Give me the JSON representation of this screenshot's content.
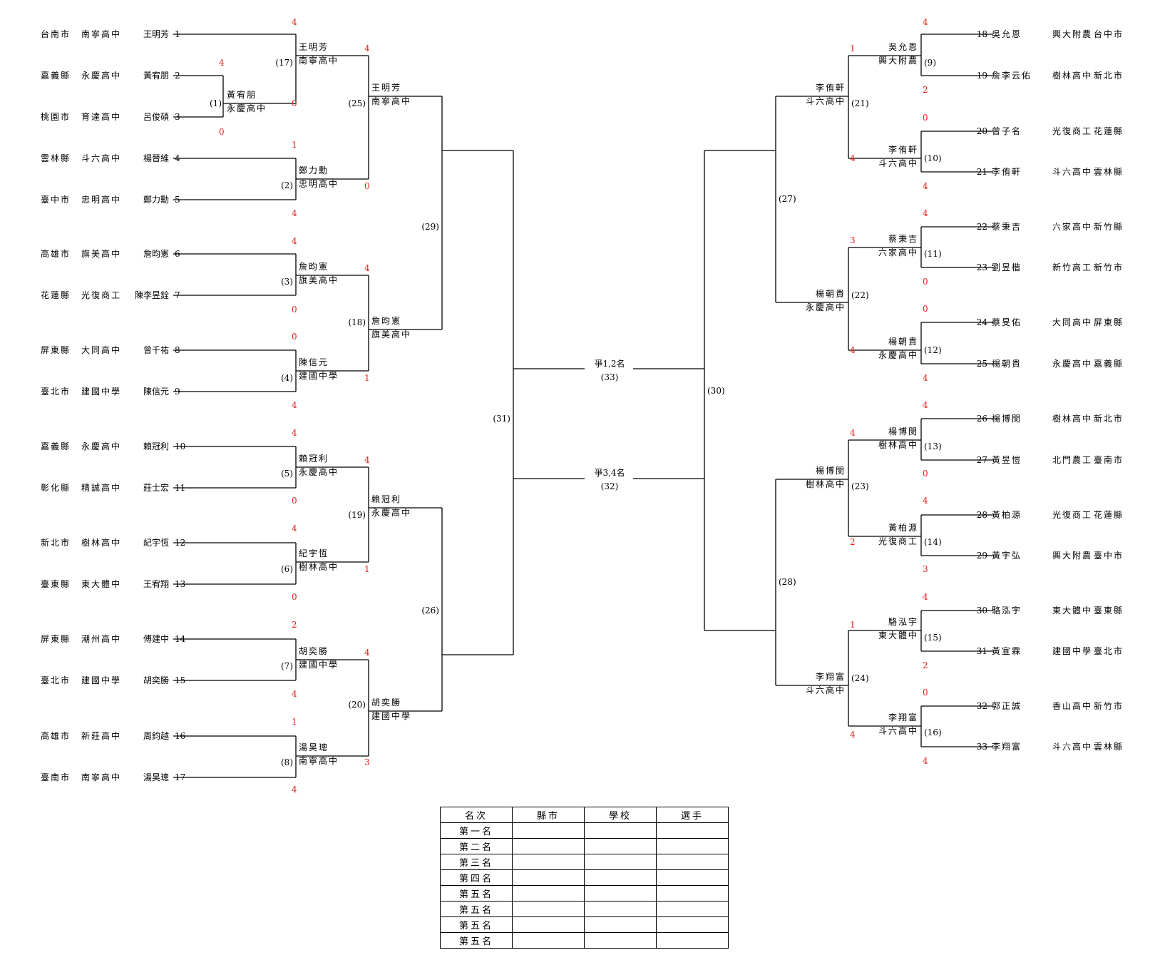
{
  "left_players": [
    {
      "county": "台南市",
      "school": "南寧高中",
      "name": "王明芳",
      "seed": "1"
    },
    {
      "county": "嘉義縣",
      "school": "永慶高中",
      "name": "黃宥朋",
      "seed": "2"
    },
    {
      "county": "桃園市",
      "school": "育達高中",
      "name": "呂俊碩",
      "seed": "3"
    },
    {
      "county": "雲林縣",
      "school": "斗六高中",
      "name": "楊晉維",
      "seed": "4"
    },
    {
      "county": "臺中市",
      "school": "忠明高中",
      "name": "鄭力勳",
      "seed": "5"
    },
    {
      "county": "高雄市",
      "school": "旗美高中",
      "name": "詹昀憲",
      "seed": "6"
    },
    {
      "county": "花蓮縣",
      "school": "光復商工",
      "name": "陳李昱銓",
      "seed": "7"
    },
    {
      "county": "屏東縣",
      "school": "大同高中",
      "name": "曾千祐",
      "seed": "8"
    },
    {
      "county": "臺北市",
      "school": "建國中學",
      "name": "陳信元",
      "seed": "9"
    },
    {
      "county": "嘉義縣",
      "school": "永慶高中",
      "name": "賴冠利",
      "seed": "10"
    },
    {
      "county": "彰化縣",
      "school": "精誠高中",
      "name": "莊士宏",
      "seed": "11"
    },
    {
      "county": "新北市",
      "school": "樹林高中",
      "name": "紀宇恆",
      "seed": "12"
    },
    {
      "county": "臺東縣",
      "school": "東大體中",
      "name": "王宥翔",
      "seed": "13"
    },
    {
      "county": "屏東縣",
      "school": "潮州高中",
      "name": "傅建中",
      "seed": "14"
    },
    {
      "county": "臺北市",
      "school": "建國中學",
      "name": "胡奕勝",
      "seed": "15"
    },
    {
      "county": "高雄市",
      "school": "新莊高中",
      "name": "周鈞越",
      "seed": "16"
    },
    {
      "county": "臺南市",
      "school": "南寧高中",
      "name": "湯昊璁",
      "seed": "17"
    }
  ],
  "right_players": [
    {
      "seed": "18",
      "name": "吳允恩",
      "school": "興大附農",
      "county": "台中市"
    },
    {
      "seed": "19",
      "name": "詹李云佑",
      "school": "樹林高中",
      "county": "新北市"
    },
    {
      "seed": "20",
      "name": "曾子名",
      "school": "光復商工",
      "county": "花蓮縣"
    },
    {
      "seed": "21",
      "name": "李侑軒",
      "school": "斗六高中",
      "county": "雲林縣"
    },
    {
      "seed": "22",
      "name": "蔡秉吉",
      "school": "六家高中",
      "county": "新竹縣"
    },
    {
      "seed": "23",
      "name": "劉昱楷",
      "school": "新竹高工",
      "county": "新竹市"
    },
    {
      "seed": "24",
      "name": "蔡旻佑",
      "school": "大同高中",
      "county": "屏東縣"
    },
    {
      "seed": "25",
      "name": "楊朝貴",
      "school": "永慶高中",
      "county": "嘉義縣"
    },
    {
      "seed": "26",
      "name": "楊博閔",
      "school": "樹林高中",
      "county": "新北市"
    },
    {
      "seed": "27",
      "name": "黃昱愷",
      "school": "北門農工",
      "county": "臺南市"
    },
    {
      "seed": "28",
      "name": "黃柏源",
      "school": "光復商工",
      "county": "花蓮縣"
    },
    {
      "seed": "29",
      "name": "黃宇弘",
      "school": "興大附農",
      "county": "臺中市"
    },
    {
      "seed": "30",
      "name": "駱泓宇",
      "school": "東大體中",
      "county": "臺東縣"
    },
    {
      "seed": "31",
      "name": "黃宣霖",
      "school": "建國中學",
      "county": "臺北市"
    },
    {
      "seed": "32",
      "name": "郭正誠",
      "school": "香山高中",
      "county": "新竹市"
    },
    {
      "seed": "33",
      "name": "李翔富",
      "school": "斗六高中",
      "county": "雲林縣"
    }
  ],
  "match_labels": {
    "m1": "(1)",
    "m2": "(2)",
    "m3": "(3)",
    "m4": "(4)",
    "m5": "(5)",
    "m6": "(6)",
    "m7": "(7)",
    "m8": "(8)",
    "m9": "(9)",
    "m10": "(10)",
    "m11": "(11)",
    "m12": "(12)",
    "m13": "(13)",
    "m14": "(14)",
    "m15": "(15)",
    "m16": "(16)",
    "m17": "(17)",
    "m18": "(18)",
    "m19": "(19)",
    "m20": "(20)",
    "m21": "(21)",
    "m22": "(22)",
    "m23": "(23)",
    "m24": "(24)",
    "m25": "(25)",
    "m26": "(26)",
    "m27": "(27)",
    "m28": "(28)",
    "m29": "(29)",
    "m30": "(30)",
    "m31": "(31)",
    "m32": "(32)",
    "m33": "(33)"
  },
  "winners": {
    "w1": {
      "name": "黃宥朋",
      "school": "永慶高中"
    },
    "w17": {
      "name": "王明芳",
      "school": "南寧高中"
    },
    "w2": {
      "name": "鄭力勳",
      "school": "忠明高中"
    },
    "w25": {
      "name": "王明芳",
      "school": "南寧高中"
    },
    "w3": {
      "name": "詹昀憲",
      "school": "旗美高中"
    },
    "w4": {
      "name": "陳信元",
      "school": "建國中學"
    },
    "w18": {
      "name": "詹昀憲",
      "school": "旗美高中"
    },
    "w5": {
      "name": "賴冠利",
      "school": "永慶高中"
    },
    "w6": {
      "name": "紀宇恆",
      "school": "樹林高中"
    },
    "w19": {
      "name": "賴冠利",
      "school": "永慶高中"
    },
    "w7": {
      "name": "胡奕勝",
      "school": "建國中學"
    },
    "w8": {
      "name": "湯昊璁",
      "school": "南寧高中"
    },
    "w20": {
      "name": "胡奕勝",
      "school": "建國中學"
    },
    "w9": {
      "name": "吳允恩",
      "school": "興大附農"
    },
    "w10": {
      "name": "李侑軒",
      "school": "斗六高中"
    },
    "w21": {
      "name": "李侑軒",
      "school": "斗六高中"
    },
    "w11": {
      "name": "蔡秉吉",
      "school": "六家高中"
    },
    "w12": {
      "name": "楊朝貴",
      "school": "永慶高中"
    },
    "w22": {
      "name": "楊朝貴",
      "school": "永慶高中"
    },
    "w13": {
      "name": "楊博閔",
      "school": "樹林高中"
    },
    "w14": {
      "name": "黃柏源",
      "school": "光復商工"
    },
    "w23": {
      "name": "楊博閔",
      "school": "樹林高中"
    },
    "w15": {
      "name": "駱泓宇",
      "school": "東大體中"
    },
    "w16": {
      "name": "李翔富",
      "school": "斗六高中"
    },
    "w24": {
      "name": "李翔富",
      "school": "斗六高中"
    }
  },
  "scores": {
    "s1a": "4",
    "s1b": "0",
    "s17a": "4",
    "s17b": "0",
    "s2a": "1",
    "s2b": "4",
    "s25a": "4",
    "s25b": "0",
    "s3a": "4",
    "s3b": "0",
    "s4a": "0",
    "s4b": "4",
    "s18a": "4",
    "s18b": "1",
    "s5a": "4",
    "s5b": "0",
    "s6a": "4",
    "s6b": "0",
    "s19a": "4",
    "s19b": "1",
    "s7a": "2",
    "s7b": "4",
    "s8a": "1",
    "s8b": "4",
    "s20a": "4",
    "s20b": "3",
    "s9a": "4",
    "s9b": "2",
    "s10a": "0",
    "s10b": "4",
    "s21a": "1",
    "s21b": "4",
    "s11a": "4",
    "s11b": "0",
    "s12a": "0",
    "s12b": "4",
    "s22a": "3",
    "s22b": "4",
    "s13a": "4",
    "s13b": "0",
    "s14a": "4",
    "s14b": "3",
    "s23a": "4",
    "s23b": "2",
    "s15a": "4",
    "s15b": "2",
    "s16a": "0",
    "s16b": "4",
    "s24a": "1",
    "s24b": "4"
  },
  "finals": {
    "first_second": "爭1,2名",
    "third_fourth": "爭3,4名"
  },
  "result_table": {
    "headers": [
      "名次",
      "縣市",
      "學校",
      "選手"
    ],
    "rows": [
      "第一名",
      "第二名",
      "第三名",
      "第四名",
      "第五名",
      "第五名",
      "第五名",
      "第五名"
    ]
  },
  "colors": {
    "line": "#000000",
    "score": "#e8201c"
  }
}
